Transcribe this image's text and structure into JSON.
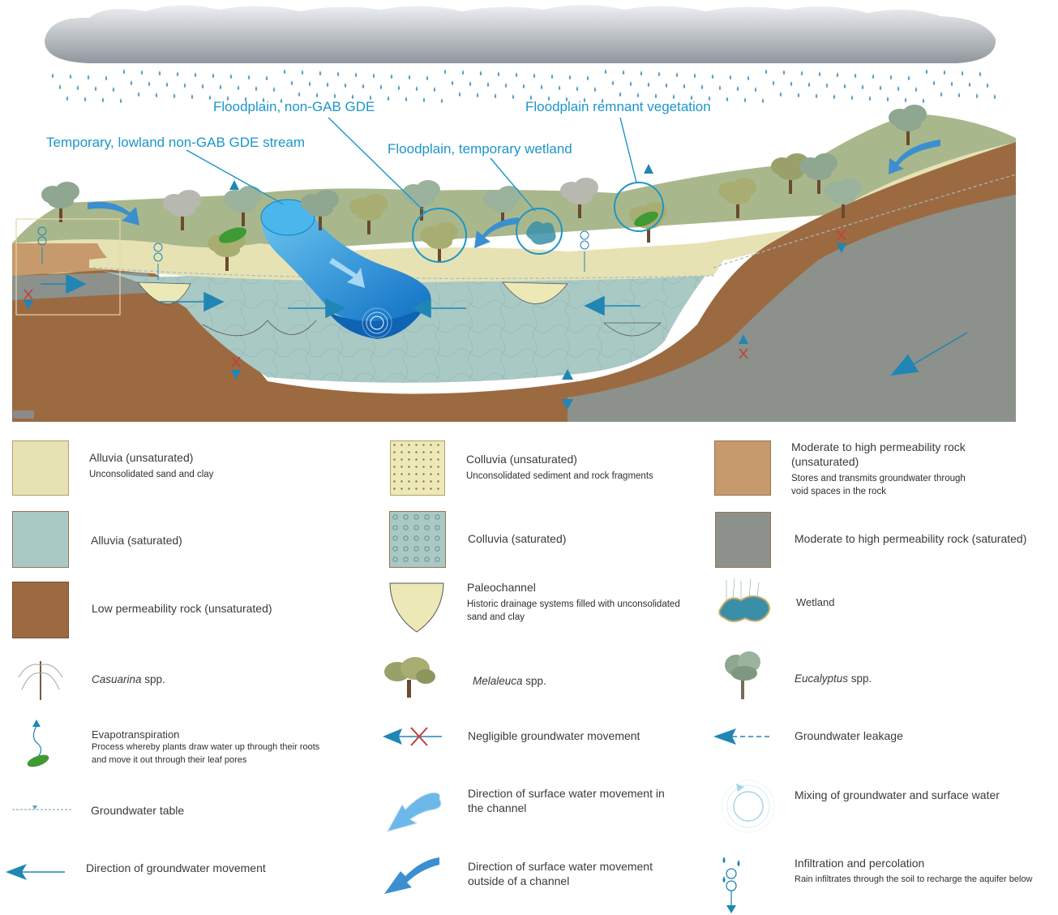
{
  "callouts": {
    "floodplain_gde": "Floodplain, non-GAB GDE",
    "remnant_vegetation": "Floodplain remnant vegetation",
    "temporary_stream": "Temporary, lowland non-GAB GDE stream",
    "temporary_wetland": "Floodplain, temporary wetland"
  },
  "legend": {
    "alluvia_unsat": {
      "title": "Alluvia (unsaturated)",
      "desc": "Unconsolidated sand and clay",
      "color": "#e6e2b4"
    },
    "colluvia_unsat": {
      "title": "Colluvia (unsaturated)",
      "desc": "Unconsolidated sediment and rock fragments",
      "color": "#ece9b6"
    },
    "modhigh_rock_unsat": {
      "title": "Moderate to high permeability rock (unsaturated)",
      "desc": "Stores and transmits groundwater through void spaces in the rock",
      "color": "#c69a6c"
    },
    "alluvia_sat": {
      "title": "Alluvia (saturated)",
      "color": "#a9c9c5"
    },
    "colluvia_sat": {
      "title": "Colluvia (saturated)",
      "color": "#a9c9c5"
    },
    "modhigh_rock_sat": {
      "title": "Moderate to high permeability rock (saturated)",
      "color": "#8c918c"
    },
    "low_perm_rock": {
      "title": "Low permeability rock (unsaturated)",
      "color": "#9c6a41"
    },
    "paleochannel": {
      "title": "Paleochannel",
      "desc": "Historic drainage systems filled with unconsolidated sand and clay"
    },
    "wetland": {
      "title": "Wetland"
    },
    "casuarina": {
      "genus": "Casuarina",
      "suffix": " spp."
    },
    "melaleuca": {
      "genus": "Melaleuca",
      "suffix": " spp."
    },
    "eucalyptus": {
      "genus": "Eucalyptus",
      "suffix": " spp."
    },
    "evapotranspiration": {
      "title": "Evapotranspiration",
      "desc": "Process whereby plants draw water up through their roots and move it out through their leaf pores"
    },
    "negligible_gw": {
      "title": "Negligible groundwater movement"
    },
    "gw_leakage": {
      "title": "Groundwater leakage"
    },
    "gw_table": {
      "title": "Groundwater table"
    },
    "surface_channel": {
      "title": "Direction of surface water movement in the channel"
    },
    "mixing": {
      "title": "Mixing of groundwater and surface water"
    },
    "gw_direction": {
      "title": "Direction of groundwater movement"
    },
    "surface_outside": {
      "title": "Direction of surface water movement outside of a channel"
    },
    "infiltration": {
      "title": "Infiltration and percolation",
      "desc": "Rain infiltrates through the soil to recharge the aquifer below"
    }
  },
  "colors": {
    "accent": "#1b96c9",
    "water": "#1a8fd6",
    "arrow": "#1f86b5",
    "cross": "#c2413a"
  }
}
